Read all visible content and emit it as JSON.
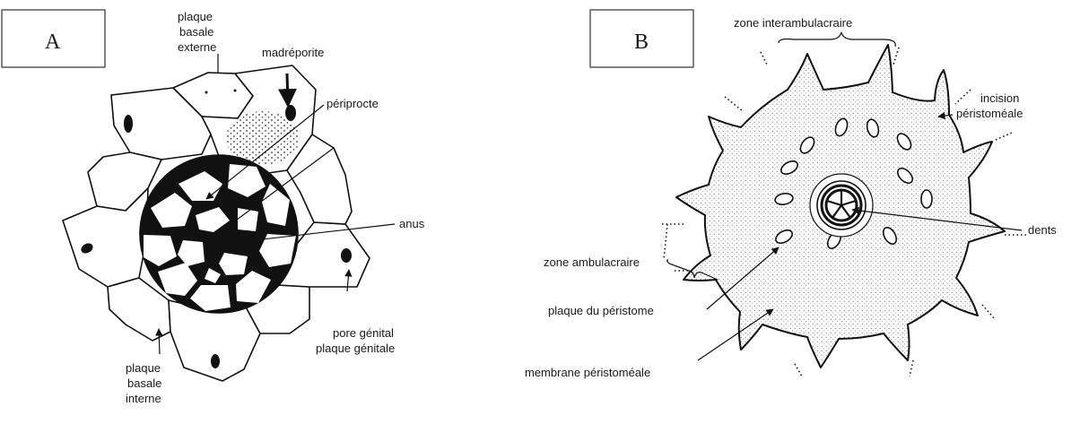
{
  "panel_a": {
    "tag": "A",
    "labels": {
      "plaque_basale_externe": [
        "plaque",
        "basale",
        "externe"
      ],
      "madreporite": "madréporite",
      "periprocte": "périprocte",
      "anus": "anus",
      "pore_genital": "pore génital",
      "plaque_genitale": "plaque génitale",
      "plaque_basale_interne": [
        "plaque",
        "basale",
        "interne"
      ]
    }
  },
  "panel_b": {
    "tag": "B",
    "labels": {
      "zone_interambulacraire": "zone interambulacraire",
      "incision_peristomeale": [
        "incision",
        "péristoméale"
      ],
      "dents": "dents",
      "zone_ambulacraire": "zone ambulacraire",
      "plaque_du_peristome": "plaque du péristome",
      "membrane_peristomeale": "membrane péristoméale"
    }
  }
}
